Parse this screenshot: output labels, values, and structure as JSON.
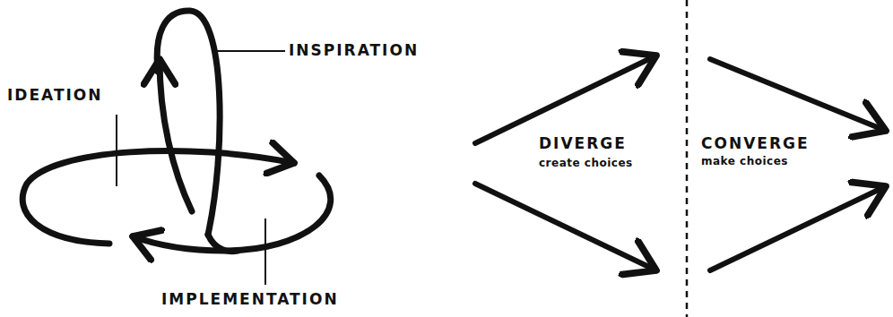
{
  "diagram": {
    "labels": [
      "INSPIRATION",
      "IDEATION",
      "IMPLEMENTATION",
      "DIVERGE",
      "create choices",
      "CONVERGE",
      "make choices"
    ]
  }
}
